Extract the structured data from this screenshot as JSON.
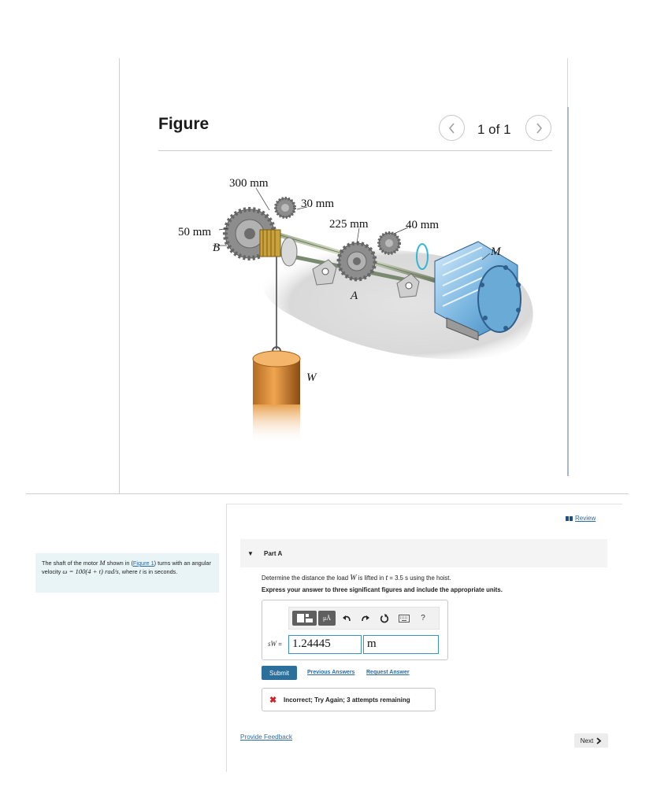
{
  "figure": {
    "title": "Figure",
    "counter": "1 of 1",
    "labels": {
      "dim_300": "300 mm",
      "dim_30": "30 mm",
      "dim_225": "225 mm",
      "dim_40": "40 mm",
      "dim_50": "50 mm",
      "label_b": "B",
      "label_a": "A",
      "label_m": "M",
      "label_w": "W"
    }
  },
  "review": {
    "label": "Review"
  },
  "problem": {
    "text_1": "The shaft of the motor ",
    "var_m": "M",
    "text_2": " shown in (",
    "figure_link": "Figure 1",
    "text_3": ") turns with an angular velocity ",
    "omega": "ω = 100(4 + t) rad/s",
    "text_4": ", where ",
    "var_t": "t",
    "text_5": " is in seconds."
  },
  "part": {
    "label": "Part A",
    "question_1": "Determine the distance the load ",
    "question_var_w": "W",
    "question_2": " is lifted in ",
    "question_var_t": "t",
    "question_3": " = 3.5 s using the hoist.",
    "instruction": "Express your answer to three significant figures and include the appropriate units."
  },
  "answer": {
    "variable_label": "sW",
    "equals": "=",
    "value": "1.24445",
    "units": "m",
    "units_button_label": "μÅ",
    "help_label": "?"
  },
  "actions": {
    "submit": "Submit",
    "previous_answers": "Previous Answers",
    "request_answer": "Request Answer"
  },
  "feedback": {
    "icon": "✖",
    "text": "Incorrect; Try Again; 3 attempts remaining"
  },
  "footer": {
    "provide_feedback": "Provide Feedback",
    "next": "Next"
  }
}
